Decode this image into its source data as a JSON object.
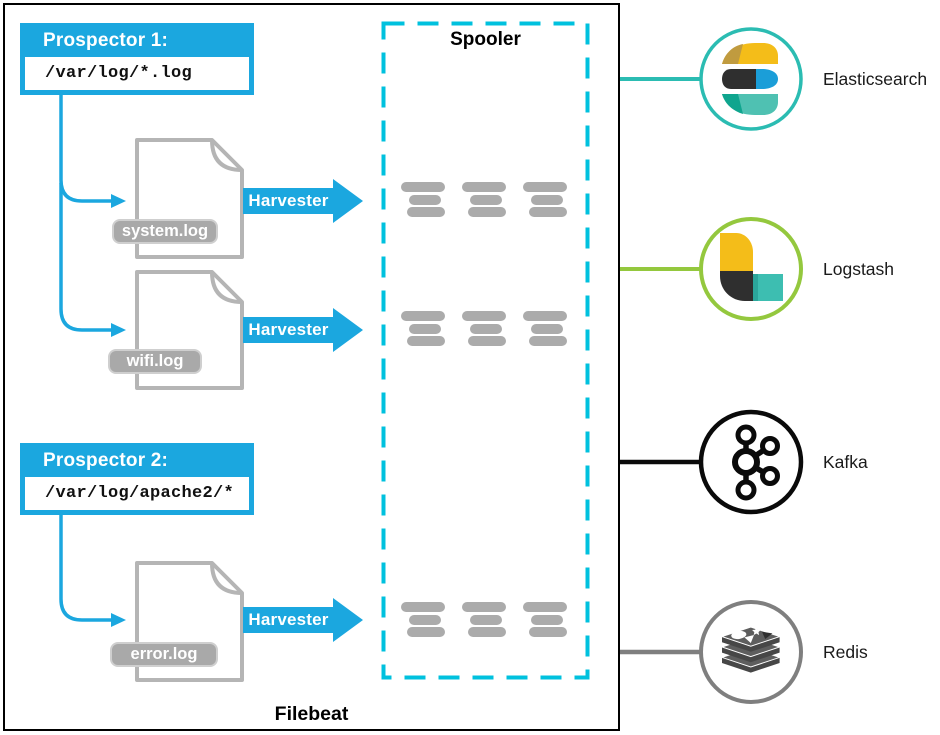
{
  "filebeat": {
    "label": "Filebeat",
    "spooler_label": "Spooler",
    "harvester_label": "Harvester",
    "prospectors": [
      {
        "title": "Prospector 1:",
        "path": "/var/log/*.log"
      },
      {
        "title": "Prospector 2:",
        "path": "/var/log/apache2/*"
      }
    ],
    "files": [
      {
        "name": "system.log"
      },
      {
        "name": "wifi.log"
      },
      {
        "name": "error.log"
      }
    ]
  },
  "outputs": [
    {
      "name": "Elasticsearch",
      "color": "#2bbcb2"
    },
    {
      "name": "Logstash",
      "color": "#94c83e"
    },
    {
      "name": "Kafka",
      "color": "#0a0a0a"
    },
    {
      "name": "Redis",
      "color": "#7f7f7f"
    }
  ],
  "colors": {
    "accent_blue": "#1ba7df",
    "spooler_cyan": "#00c1de",
    "file_outline_gray": "#b5b5b5",
    "file_tag_gray": "#a9a9a9",
    "event_bar_gray": "#ababab",
    "border_black": "#000000"
  }
}
